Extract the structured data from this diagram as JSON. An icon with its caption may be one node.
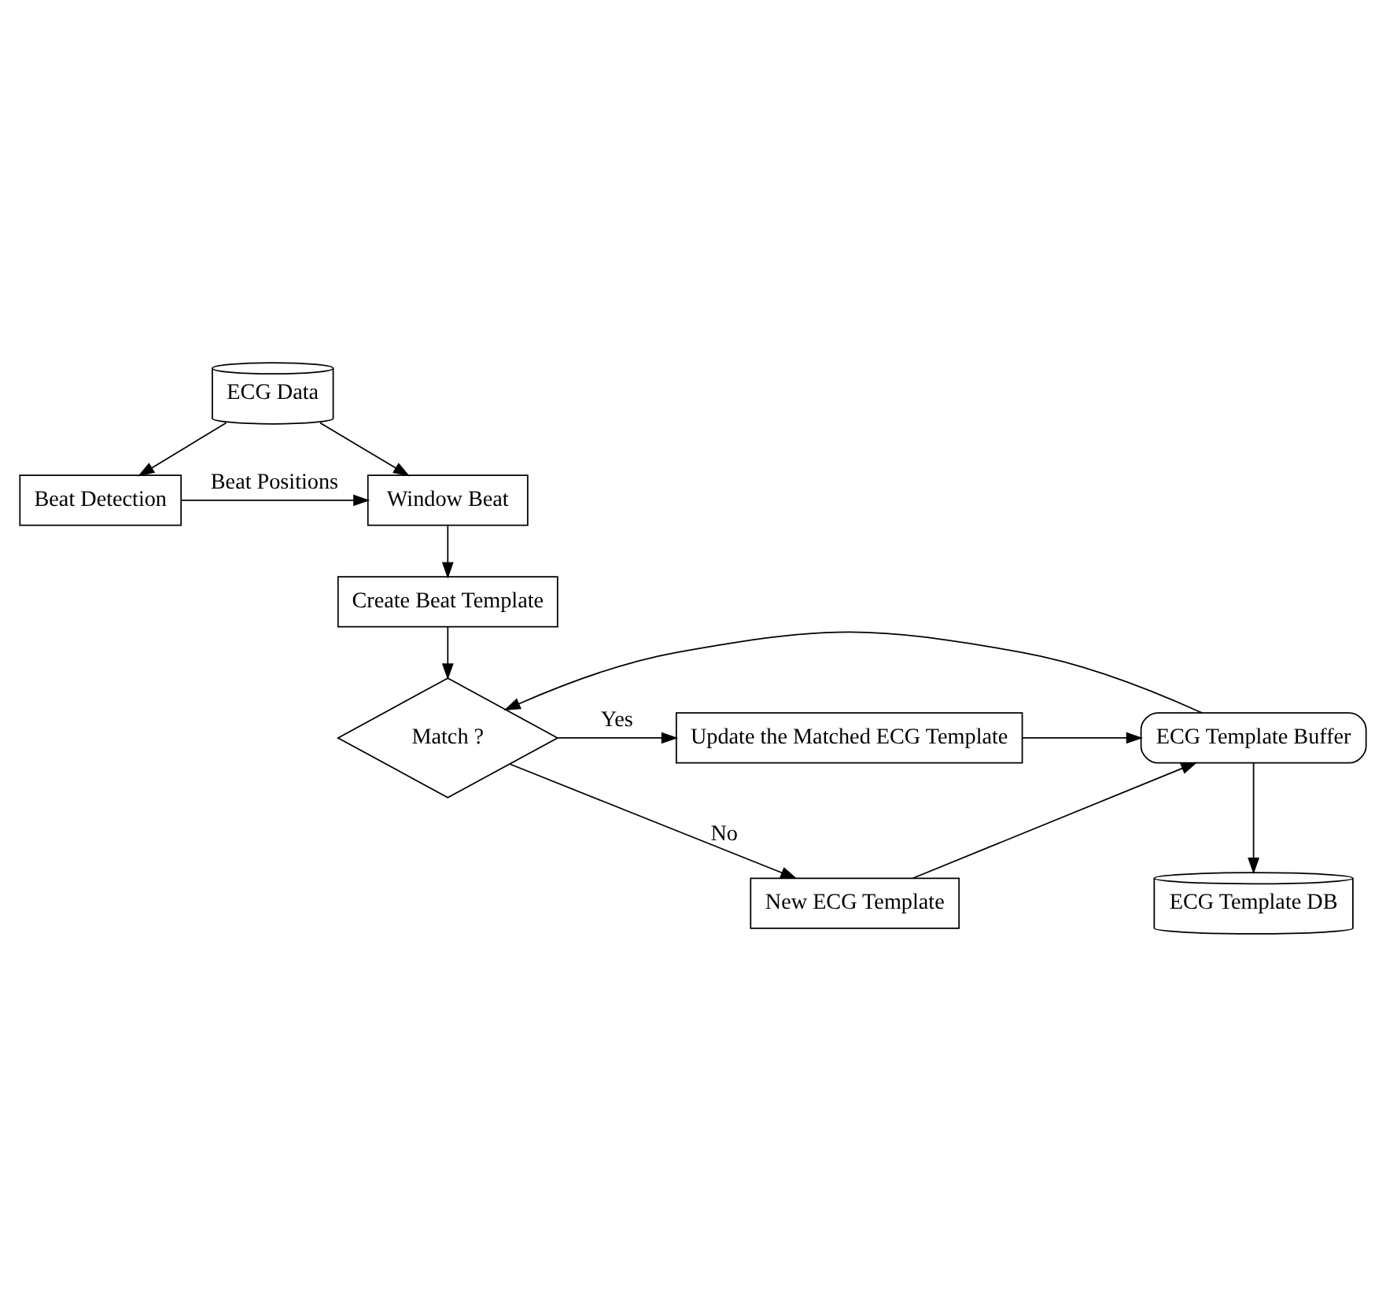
{
  "diagram": {
    "nodes": [
      {
        "text": [
          "ECG Data"
        ]
      },
      {
        "text": [
          "Window Beat"
        ]
      },
      {
        "text": [
          "Beat Detection"
        ]
      },
      {
        "text": [
          "Create Beat Template"
        ]
      },
      {
        "text": [
          "ECG Template DB"
        ]
      },
      {
        "text": [
          "ECG Template Buffer"
        ]
      },
      {
        "text": [
          "Match ?"
        ]
      },
      {
        "text": [
          "Update the Matched ECG Template"
        ]
      },
      {
        "text": [
          "New ECG Template"
        ]
      }
    ],
    "edges": [
      {
        "from": 0,
        "to": 1,
        "arrow": "to"
      },
      {
        "from": 0,
        "to": 2,
        "arrow": "to"
      },
      {
        "from": 2,
        "to": 1,
        "arrow": "to",
        "label": "Beat Positions"
      },
      {
        "from": 1,
        "to": 3,
        "arrow": "to"
      },
      {
        "from": 3,
        "to": 6,
        "arrow": "to"
      },
      {
        "from": 5,
        "to": 4,
        "arrow": "to"
      },
      {
        "from": 5,
        "to": 6,
        "arrow": "to"
      },
      {
        "from": 6,
        "to": 7,
        "arrow": "to",
        "label": "Yes"
      },
      {
        "from": 6,
        "to": 8,
        "arrow": "to",
        "label": "No"
      },
      {
        "from": 8,
        "to": 5,
        "arrow": "to"
      },
      {
        "from": 7,
        "to": 5,
        "arrow": "to"
      }
    ]
  }
}
